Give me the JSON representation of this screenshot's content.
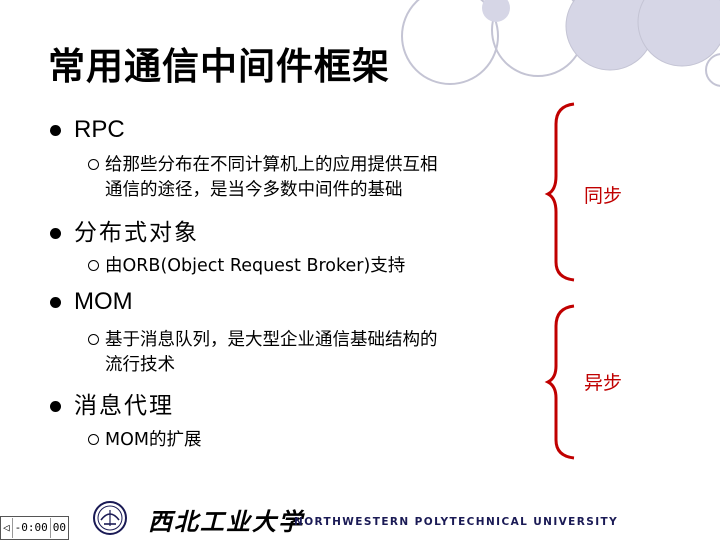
{
  "title": "常用通信中间件框架",
  "bullets": {
    "rpc": {
      "label": "RPC",
      "sub": "给那些分布在不同计算机上的应用提供互相\n通信的途径，是当今多数中间件的基础"
    },
    "distributed_objects": {
      "label": "分布式对象",
      "sub": "由ORB(Object Request Broker)支持"
    },
    "mom": {
      "label": "MOM",
      "sub": "基于消息队列，是大型企业通信基础结构的\n流行技术"
    },
    "message_broker": {
      "label": "消息代理",
      "sub": "MOM的扩展"
    }
  },
  "groups": {
    "sync_label": "同步",
    "async_label": "异步"
  },
  "footer": {
    "nav_buttons": [
      "◁",
      "-0:00",
      "00"
    ],
    "university_cn": "西北工业大学",
    "university_en": "NORTHWESTERN POLYTECHNICAL UNIVERSITY"
  },
  "colors": {
    "accent_red": "#c00000",
    "circle_stroke": "#b8b8cc",
    "circle_fill": "#d8d8e8"
  }
}
